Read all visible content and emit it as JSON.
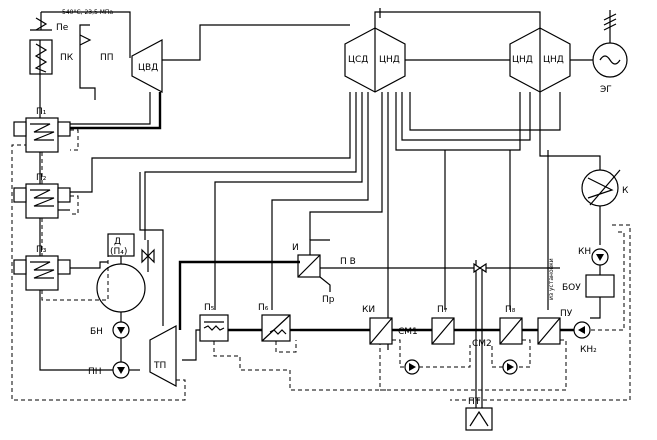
{
  "labels": {
    "pe": "Пе",
    "pk": "ПК",
    "pp": "ПП",
    "cvd": "ЦВД",
    "csd": "ЦСД",
    "cnd1": "ЦНД",
    "cnd2": "ЦНД",
    "cnd3": "ЦНД",
    "eg": "ЭГ",
    "k": "К",
    "kn": "КН",
    "bou": "БОУ",
    "pu": "ПУ",
    "kn2": "КН₂",
    "p1": "П₁",
    "p2": "П₂",
    "p3": "П₃",
    "d": "Д",
    "d_sub": "(П₄)",
    "bn": "БН",
    "pn": "ПН",
    "tp": "ТП",
    "p5": "П₅",
    "p6": "П₆",
    "i": "И",
    "pr": "Пр",
    "pv": "П В",
    "ki": "КИ",
    "sm1": "СМ1",
    "p7": "П₇",
    "sm2": "СМ2",
    "p8": "П₈",
    "pt": "ПТ",
    "steam_params": "540°С, 23,5 МПа",
    "from_purification": "из установки"
  }
}
